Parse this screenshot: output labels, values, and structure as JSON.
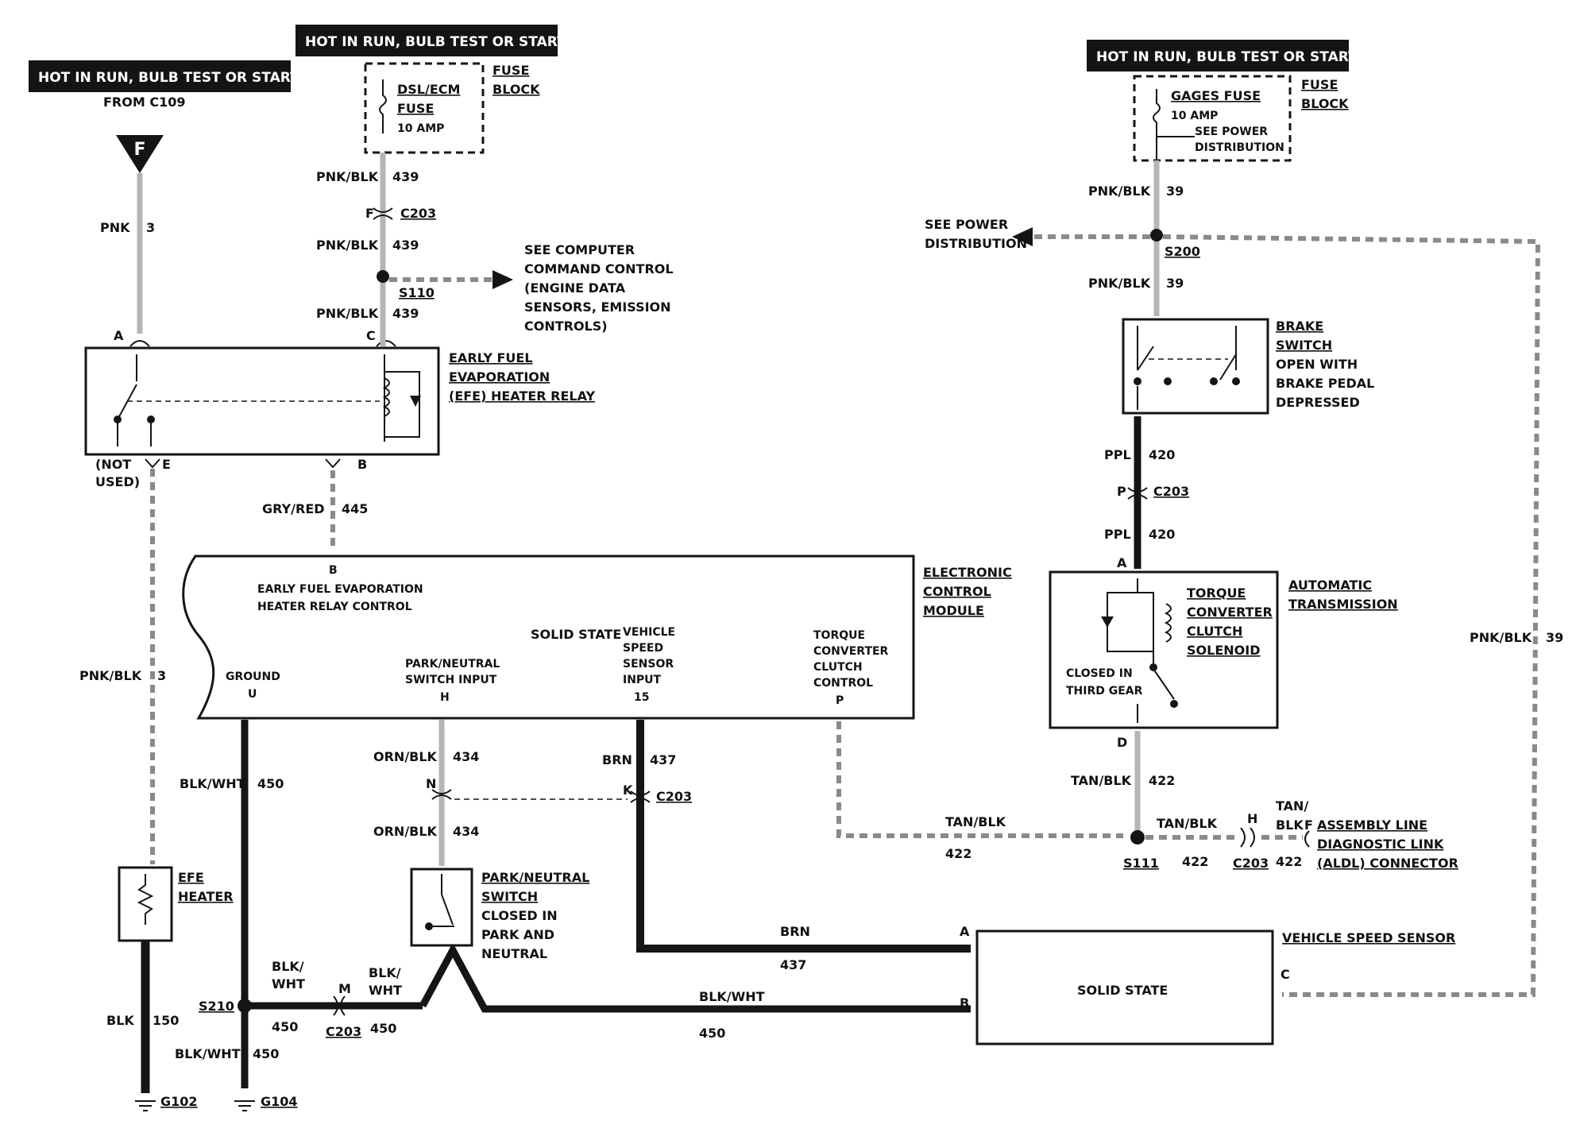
{
  "power_labels": {
    "left": "HOT IN RUN,   BULB TEST OR START",
    "center": "HOT IN RUN,   BULB TEST OR START",
    "right": "HOT IN RUN,   BULB TEST OR START"
  },
  "from_c109": "FROM C109",
  "connector_f": "F",
  "fuses": {
    "dsl_ecm": {
      "name_1": "DSL/ECM",
      "name_2": "FUSE",
      "rating": "10 AMP",
      "block_1": "FUSE",
      "block_2": "BLOCK"
    },
    "gages": {
      "name": "GAGES FUSE",
      "rating": "10 AMP",
      "note_1": "SEE POWER",
      "note_2": "DISTRIBUTION",
      "block_1": "FUSE",
      "block_2": "BLOCK"
    }
  },
  "refs": {
    "computer": [
      "SEE COMPUTER",
      "COMMAND CONTROL",
      "(ENGINE DATA",
      "SENSORS, EMISSION",
      "CONTROLS)"
    ],
    "power_dist": [
      "SEE POWER",
      "DISTRIBUTION"
    ]
  },
  "wires": {
    "pnk3_color": "PNK",
    "pnk3_num": "3",
    "c439a_color": "PNK/BLK",
    "c439a_num": "439",
    "c439b_color": "PNK/BLK",
    "c439b_num": "439",
    "c439c_color": "PNK/BLK",
    "c439c_num": "439",
    "gry_color": "GRY/RED",
    "gry_num": "445",
    "pnkblk3_color": "PNK/BLK",
    "pnkblk3_num": "3",
    "blk150_color": "BLK",
    "blk150_num": "150",
    "blkwht_v_color": "BLK/WHT",
    "blkwht_v_num": "450",
    "blkwht_g104_color": "BLK/WHT",
    "blkwht_g104_num": "450",
    "blkwht_s210_1": "BLK/",
    "blkwht_s210_2": "WHT",
    "blkwht_s210_num": "450",
    "blkwht_m_1": "BLK/",
    "blkwht_m_2": "WHT",
    "blkwht_m_num": "450",
    "blkwht_long_color": "BLK/WHT",
    "blkwht_long_num": "450",
    "orn_top_color": "ORN/BLK",
    "orn_top_num": "434",
    "orn_bot_color": "ORN/BLK",
    "orn_bot_num": "434",
    "brn_v_color": "BRN",
    "brn_v_num": "437",
    "brn_h_color": "BRN",
    "brn_h_num": "437",
    "tanblk_ecm_color": "TAN/BLK",
    "tanblk_ecm_num": "422",
    "tanblk_v_color": "TAN/BLK",
    "tanblk_v_num": "422",
    "tanblk_s111_color": "TAN/BLK",
    "tanblk_s111_num": "422",
    "tanblk_alo_1": "TAN/",
    "tanblk_alo_2": "BLK",
    "tanblk_alo_num": "422",
    "r39a_color": "PNK/BLK",
    "r39a_num": "39",
    "r39b_color": "PNK/BLK",
    "r39b_num": "39",
    "r39_right_color": "PNK/BLK",
    "r39_right_num": "39",
    "ppl_top_color": "PPL",
    "ppl_top_num": "420",
    "ppl_bot_color": "PPL",
    "ppl_bot_num": "420"
  },
  "connectors": {
    "c203_f_pin": "F",
    "c203_f": "C203",
    "c203_p_pin": "P",
    "c203_p": "C203",
    "c203_k_pin": "K",
    "c203_k": "C203",
    "c203_m_pin": "M",
    "c203_m": "C203",
    "c203_h_pin": "H",
    "c203_h": "C203",
    "alo_pin": "F"
  },
  "splices": {
    "s110": "S110",
    "s200": "S200",
    "s111": "S111",
    "s210": "S210"
  },
  "grounds": {
    "g102": "G102",
    "g104": "G104"
  },
  "relay": {
    "name_1": "EARLY FUEL",
    "name_2": "EVAPORATION",
    "name_3": "(EFE) HEATER RELAY",
    "pin_a": "A",
    "pin_c": "C",
    "pin_e": "E",
    "pin_b": "B",
    "not_used_1": "(NOT",
    "not_used_2": "USED)"
  },
  "ecm": {
    "name_1": "ELECTRONIC",
    "name_2": "CONTROL",
    "name_3": "MODULE",
    "pin_b": "B",
    "efe_1": "EARLY FUEL EVAPORATION",
    "efe_2": "HEATER RELAY CONTROL",
    "solid_state": "SOLID STATE",
    "vss_1": "VEHICLE",
    "vss_2": "SPEED",
    "vss_3": "SENSOR",
    "vss_4": "INPUT",
    "vss_pin": "15",
    "tcc_1": "TORQUE",
    "tcc_2": "CONVERTER",
    "tcc_3": "CLUTCH",
    "tcc_4": "CONTROL",
    "tcc_pin": "P",
    "ground": "GROUND",
    "ground_pin": "U",
    "pn_1": "PARK/NEUTRAL",
    "pn_2": "SWITCH INPUT",
    "pn_pin": "H"
  },
  "efe_heater": {
    "name_1": "EFE",
    "name_2": "HEATER"
  },
  "pn_switch": {
    "name_1": "PARK/NEUTRAL",
    "name_2": "SWITCH",
    "note_1": "CLOSED IN",
    "note_2": "PARK AND",
    "note_3": "NEUTRAL",
    "pin_n": "N"
  },
  "brake_switch": {
    "name_1": "BRAKE",
    "name_2": "SWITCH",
    "note_1": "OPEN WITH",
    "note_2": "BRAKE PEDAL",
    "note_3": "DEPRESSED"
  },
  "transmission": {
    "name_1": "AUTOMATIC",
    "name_2": "TRANSMISSION",
    "tcc_1": "TORQUE",
    "tcc_2": "CONVERTER",
    "tcc_3": "CLUTCH",
    "tcc_4": "SOLENOID",
    "closed_1": "CLOSED IN",
    "closed_2": "THIRD GEAR",
    "pin_a": "A",
    "pin_d": "D"
  },
  "vss": {
    "name": "VEHICLE SPEED SENSOR",
    "body": "SOLID STATE",
    "pin_a": "A",
    "pin_b": "B",
    "pin_c": "C"
  },
  "aldl": {
    "name_1": "ASSEMBLY LINE",
    "name_2": "DIAGNOSTIC LINK",
    "name_3": "(ALDL) CONNECTOR"
  }
}
